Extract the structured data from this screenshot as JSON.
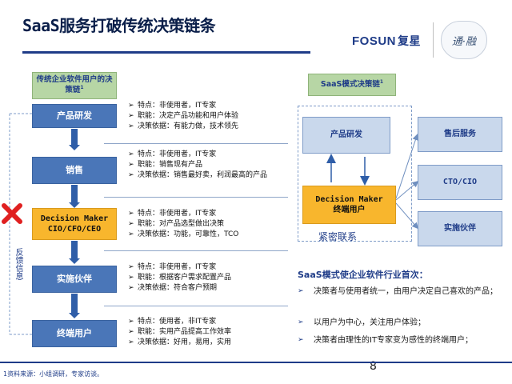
{
  "title": "SaaS服务打破传统决策链条",
  "logo": {
    "brand": "FOSUN",
    "brand_cn": "复星",
    "seal": "通·融"
  },
  "left_chain": {
    "heading": "传统企业软件用户的决策链",
    "heading_sup": "1",
    "stages": [
      {
        "label": "产品研发",
        "lines": [
          "特点：非使用者，IT专家",
          "职能：决定产品功能和用户体验",
          "决策依据：有能力做，技术领先"
        ]
      },
      {
        "label": "销售",
        "lines": [
          "特点：非使用者，IT专家",
          "职能：销售现有产品",
          "决策依据：销售最好卖，利润最高的产品"
        ]
      },
      {
        "label_line1": "Decision Maker",
        "label_line2": "CIO/CFO/CEO",
        "lines": [
          "特点：非使用者，IT专家",
          "职能：对产品选型做出决策",
          "决策依据：功能，可靠性，TCO"
        ]
      },
      {
        "label": "实施伙伴",
        "lines": [
          "特点：非使用者，IT专家",
          "职能：根据客户需求配置产品",
          "决策依据：符合客户预期"
        ]
      },
      {
        "label": "终端用户",
        "lines": [
          "特点：使用者，非IT专家",
          "职能：实用产品提高工作效率",
          "决策依据：好用，易用，实用"
        ]
      }
    ],
    "feedback_label": "反馈信息"
  },
  "saas_chain": {
    "heading": "SaaS模式决策链",
    "heading_sup": "1",
    "dev": "产品研发",
    "dm_line1": "Decision Maker",
    "dm_line2": "终端用户",
    "close_label": "紧密联系",
    "side_boxes": [
      "售后服务",
      "CTO/CIO",
      "实施伙伴"
    ]
  },
  "saas_summary": {
    "heading": "SaaS模式使企业软件行业首次：",
    "items": [
      "决策者与使用者统一，由用户决定自己喜欢的产品；",
      "以用户为中心，关注用户体验；",
      "决策者由理性的IT专家变为感性的终端用户；"
    ]
  },
  "footnote": "1资料来源：小组调研，专家访谈。",
  "page_number": "8",
  "colors": {
    "blue": "#4a76b8",
    "green": "#b7d6a5",
    "orange": "#f8b62d",
    "navy": "#1f3c88",
    "red": "#e02020"
  }
}
